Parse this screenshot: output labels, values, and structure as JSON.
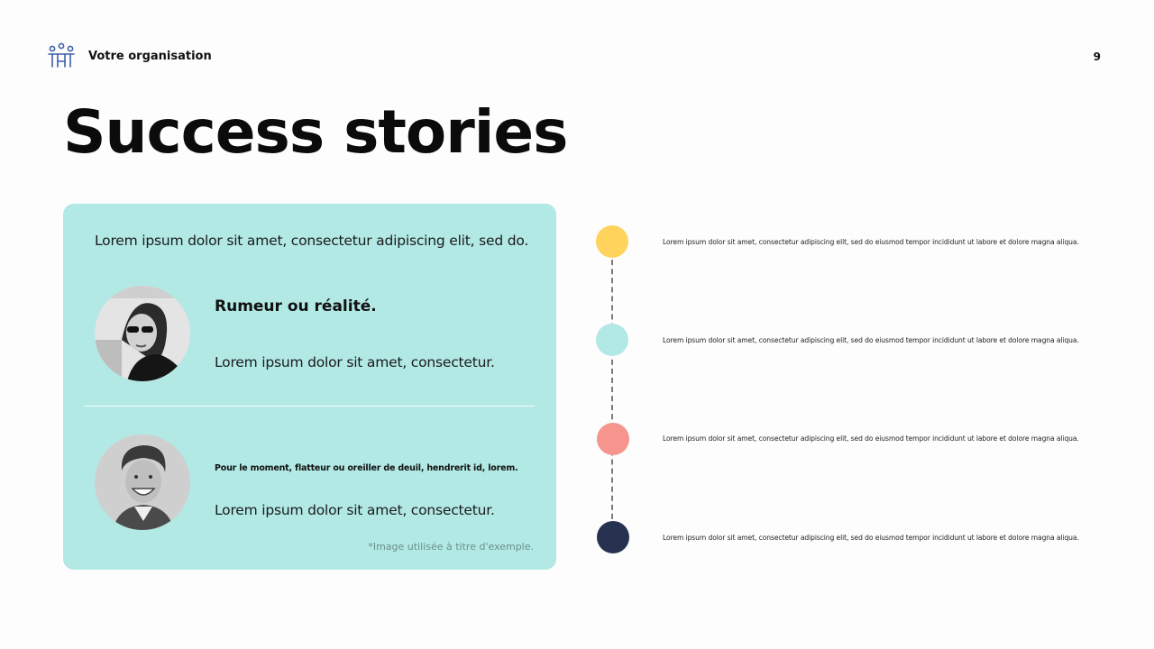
{
  "header": {
    "org_name": "Votre organisation",
    "logo_icon": "people-group-icon",
    "page_number": "9"
  },
  "title": "Success stories",
  "card": {
    "background": "#b2e9e5",
    "intro": "Lorem ipsum dolor sit amet, consectetur adipiscing elit, sed do.",
    "stories": [
      {
        "avatar_icon": "woman-portrait-photo",
        "heading": "Rumeur ou réalité.",
        "text": "Lorem ipsum dolor sit amet, consectetur."
      },
      {
        "avatar_icon": "man-portrait-photo",
        "heading": "Pour le moment, flatteur ou oreiller de deuil, hendrerit id, lorem.",
        "text": "Lorem ipsum dolor sit amet, consectetur."
      }
    ],
    "disclaimer": "*Image utilisée à titre d'exemple."
  },
  "timeline": [
    {
      "color": "#ffd35c",
      "text": "Lorem ipsum dolor sit amet, consectetur adipiscing elit, sed do eiusmod tempor incididunt ut labore et dolore magna aliqua."
    },
    {
      "color": "#b2e9e5",
      "text": "Lorem ipsum dolor sit amet, consectetur adipiscing elit, sed do eiusmod tempor incididunt ut labore et dolore magna aliqua."
    },
    {
      "color": "#f6958e",
      "text": "Lorem ipsum dolor sit amet, consectetur adipiscing elit, sed do eiusmod tempor incididunt ut labore et dolore magna aliqua."
    },
    {
      "color": "#26324f",
      "text": "Lorem ipsum dolor sit amet, consectetur adipiscing elit, sed do eiusmod tempor incididunt ut labore et dolore magna aliqua."
    }
  ]
}
